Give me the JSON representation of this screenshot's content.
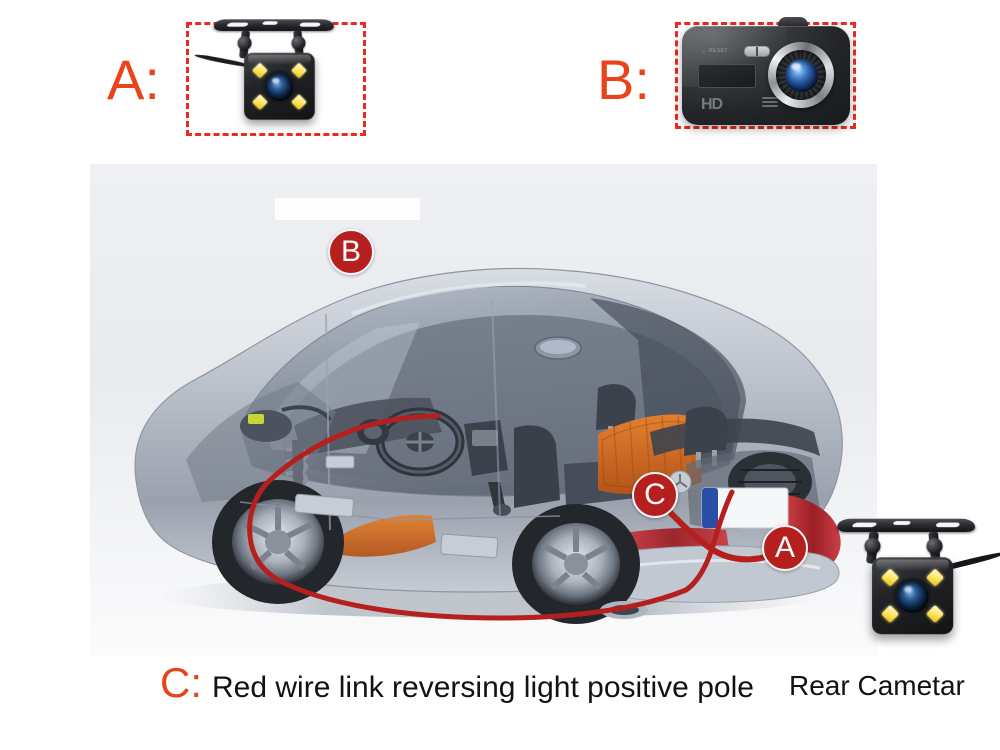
{
  "labels": {
    "a": "A:",
    "b": "B:"
  },
  "products": {
    "rear_camera": {
      "name": "rear-camera",
      "led_count": 4,
      "body_color": "#1b1c1f",
      "led_color": "#ffe45c",
      "lens_color": "#2b5d96"
    },
    "dash_cam": {
      "name": "dash-cam",
      "hd_badge": "HD",
      "reset_label": "RESET",
      "body_color": "#232528",
      "lens_color": "#2b63ab"
    }
  },
  "diagram": {
    "markers": [
      {
        "id": "b",
        "label": "B",
        "description": "dash-cam mounting position at windshield"
      },
      {
        "id": "c",
        "label": "C",
        "description": "red wire link point at reversing light"
      },
      {
        "id": "a",
        "label": "A",
        "description": "rear camera mounting position"
      }
    ],
    "marker_color": "#b5201f",
    "wire_color": "#b5201f"
  },
  "captions": {
    "c_letter": "C:",
    "c_text": "Red wire link reversing light positive pole",
    "rear_camera": "Rear Cametar"
  },
  "colors": {
    "accent_orange": "#e8441a",
    "dashed_red": "#ed2a20",
    "marker_red": "#b5201f",
    "panel_background": "#eef0f3"
  }
}
